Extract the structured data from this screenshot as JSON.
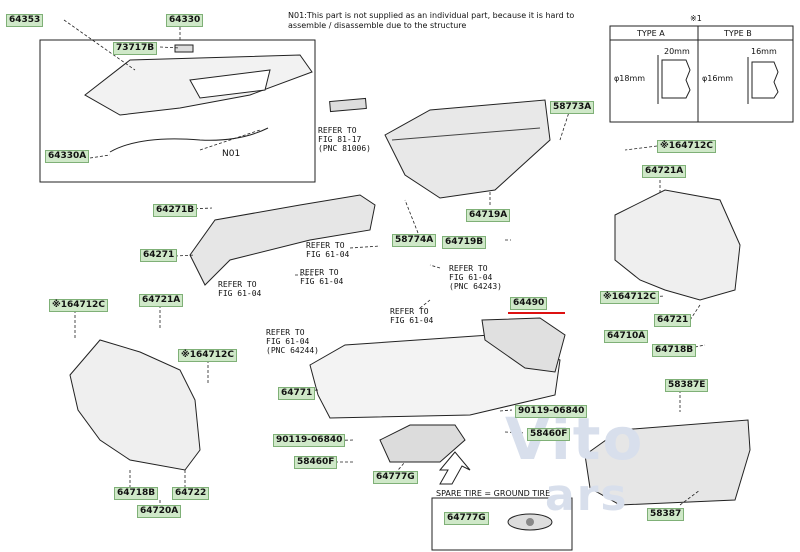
{
  "note": "N01:This part is not supplied as an individual part, because it is hard to assemble / disassemble due to the structure",
  "legend": {
    "mark": "※1",
    "type_a": {
      "title": "TYPE A",
      "dim_len": "20mm",
      "dim_dia": "φ18mm"
    },
    "type_b": {
      "title": "TYPE B",
      "dim_len": "16mm",
      "dim_dia": "φ16mm"
    }
  },
  "spare_tire_label": "SPARE TIRE = GROUND TIRE",
  "watermark": {
    "line1": "Vito",
    "line2": "ars"
  },
  "parts": {
    "p64353": "64353",
    "p64330": "64330",
    "p73717b": "73717B",
    "p64330a": "64330A",
    "n01": "N01",
    "p58773a": "58773A",
    "p64719a": "64719A",
    "p58774a": "58774A",
    "p64719b": "64719B",
    "p64271b": "64271B",
    "p64271": "64271",
    "p64712c_r1": "※164712C",
    "p64721a_r": "64721A",
    "p64712c_r2": "※164712C",
    "p64721_r": "64721",
    "p64710a": "64710A",
    "p64718b_r": "64718B",
    "p64490": "64490",
    "p58387e": "58387E",
    "p58387": "58387",
    "p64712c_l1": "※164712C",
    "p64721a_l": "64721A",
    "p64712c_l2": "※164712C",
    "p64771": "64771",
    "p90119_l": "90119-06840",
    "p58460f_l": "58460F",
    "p64718b_l": "64718B",
    "p64722": "64722",
    "p64720a": "64720A",
    "p64777g": "64777G",
    "p64777g_2": "64777G",
    "p90119_r": "90119-06840",
    "p58460f_r": "58460F"
  },
  "refs": {
    "r1": "REFER TO\nFIG 81-17\n(PNC 81006)",
    "r2": "REFER TO\nFIG 61-04",
    "r3": "REFER TO\nFIG 61-04",
    "r4": "REFER TO\nFIG 61-04",
    "r5": "REFER TO\nFIG 61-04\n(PNC 64243)",
    "r6": "REFER TO\nFIG 61-04",
    "r7": "REFER TO\nFIG 61-04\n(PNC 64244)"
  }
}
